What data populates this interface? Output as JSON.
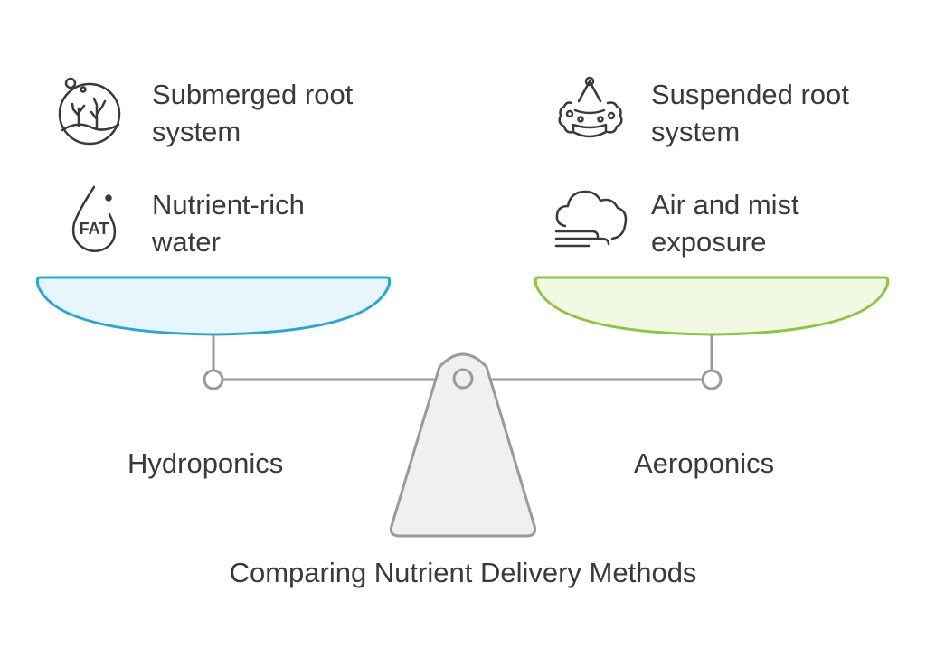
{
  "title": "Comparing Nutrient Delivery Methods",
  "left": {
    "name": "Hydroponics",
    "color_stroke": "#2aa6d6",
    "color_fill": "#e7f6fc",
    "features": [
      {
        "text": "Submerged root\nsystem",
        "icon": "submerged-roots-icon"
      },
      {
        "text": "Nutrient-rich\nwater",
        "icon": "nutrient-drop-icon",
        "icon_text": "FAT"
      }
    ]
  },
  "right": {
    "name": "Aeroponics",
    "color_stroke": "#8cc63f",
    "color_fill": "#f1f9e2",
    "features": [
      {
        "text": "Suspended root\nsystem",
        "icon": "suspended-roots-icon"
      },
      {
        "text": "Air and mist\nexposure",
        "icon": "mist-cloud-icon"
      }
    ]
  },
  "scale": {
    "beam_color": "#9a9a9a",
    "fulcrum_fill": "#f0f0f0"
  }
}
